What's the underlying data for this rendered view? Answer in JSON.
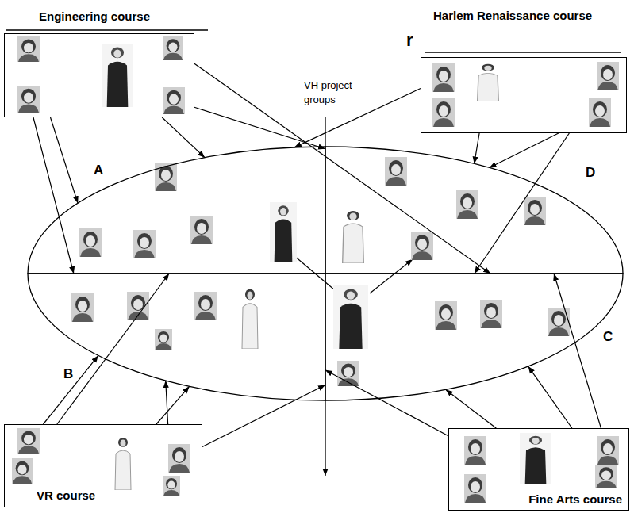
{
  "diagram": {
    "nodes": [
      {
        "text": [
          "Engineering course"
        ]
      },
      {
        "text": [
          "Harlem Renaissance course"
        ]
      },
      {
        "text": [
          "VH project groups"
        ]
      },
      {
        "text": [
          "A"
        ],
        "in": 2
      },
      {
        "text": [
          "D"
        ],
        "in": 2
      },
      {
        "text": [
          "B"
        ],
        "in": 2
      },
      {
        "text": [
          "C"
        ],
        "in": 2
      },
      {
        "text": [
          "VR course"
        ]
      },
      {
        "text": [
          "Fine Arts course"
        ]
      }
    ],
    "edges": [
      {
        "from": 0,
        "to": 3,
        "arrow": "to"
      },
      {
        "from": 0,
        "to": 5,
        "arrow": "to"
      },
      {
        "from": 0,
        "to": 3,
        "arrow": "to"
      },
      {
        "from": 0,
        "to": 6,
        "arrow": "to"
      },
      {
        "from": 0,
        "to": 4,
        "arrow": "to"
      },
      {
        "from": 1,
        "to": 3,
        "arrow": "to"
      },
      {
        "from": 1,
        "to": 4,
        "arrow": "to"
      },
      {
        "from": 1,
        "to": 4,
        "arrow": "to"
      },
      {
        "from": 1,
        "to": 6,
        "arrow": "to"
      },
      {
        "from": 7,
        "to": 3,
        "arrow": "to"
      },
      {
        "from": 7,
        "to": 5,
        "arrow": "to"
      },
      {
        "from": 7,
        "to": 5,
        "arrow": "to"
      },
      {
        "from": 7,
        "to": 6,
        "arrow": "to"
      },
      {
        "from": 7,
        "to": 5,
        "arrow": "to"
      },
      {
        "from": 8,
        "to": 5,
        "arrow": "to"
      },
      {
        "from": 8,
        "to": 6,
        "arrow": "to"
      },
      {
        "from": 8,
        "to": 6,
        "arrow": "to"
      },
      {
        "from": 8,
        "to": 4,
        "arrow": "to"
      }
    ],
    "labels": [
      "r"
    ]
  }
}
